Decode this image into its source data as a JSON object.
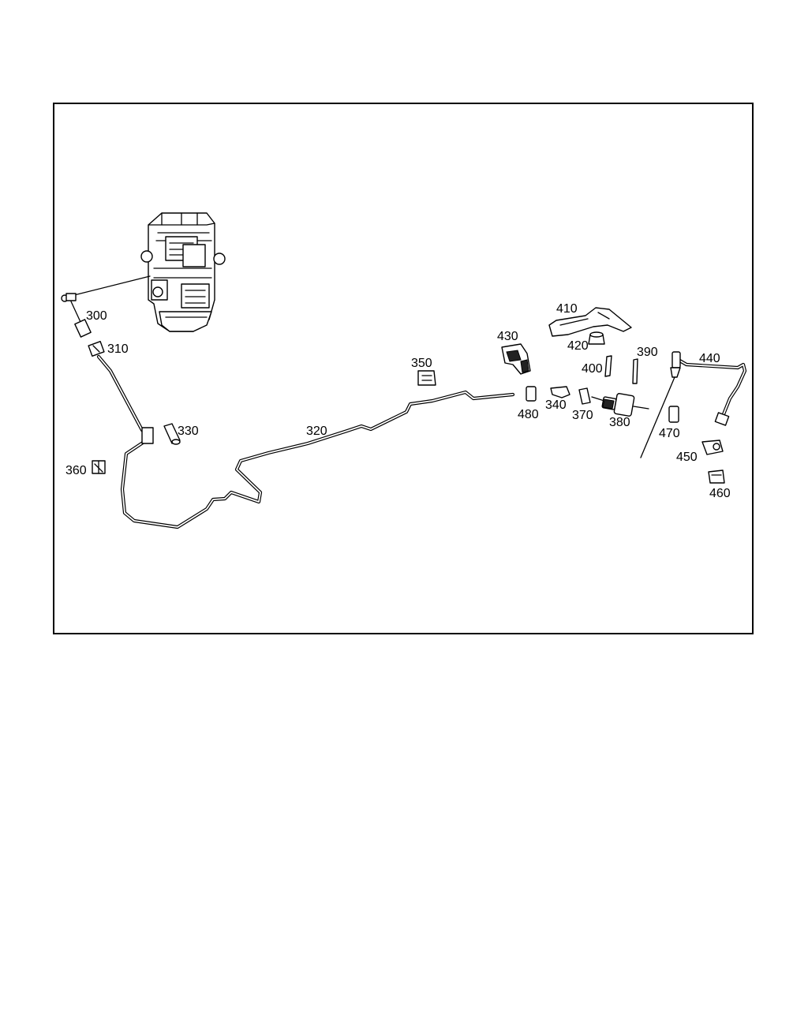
{
  "diagram": {
    "callouts": {
      "p300": "300",
      "p310": "310",
      "p320": "320",
      "p330": "330",
      "p340": "340",
      "p350": "350",
      "p360": "360",
      "p370": "370",
      "p380": "380",
      "p390": "390",
      "p400": "400",
      "p410": "410",
      "p420": "420",
      "p430": "430",
      "p440": "440",
      "p450": "450",
      "p460": "460",
      "p470": "470",
      "p480": "480"
    }
  }
}
